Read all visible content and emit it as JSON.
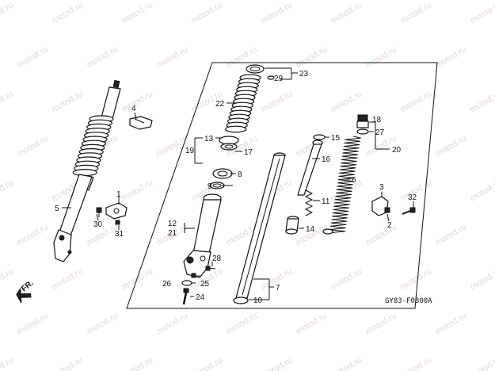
{
  "watermark": "motod.ru",
  "diagram_code": "GY83-F0800A",
  "front_arrow_label": "FR.",
  "callouts": {
    "c1": "1",
    "c2": "2",
    "c3": "3",
    "c4": "4",
    "c5": "5",
    "c6": "6",
    "c7": "7",
    "c8": "8",
    "c9": "9",
    "c10": "10",
    "c11": "11",
    "c12": "12",
    "c13": "13",
    "c14": "14",
    "c15": "15",
    "c16": "16",
    "c17": "17",
    "c18": "18",
    "c19": "19",
    "c20": "20",
    "c21": "21",
    "c22": "22",
    "c23": "23",
    "c24": "24",
    "c25": "25",
    "c26": "26",
    "c27": "27",
    "c28": "28",
    "c29": "29",
    "c30": "30",
    "c31": "31",
    "c32": "32"
  },
  "colors": {
    "line": "#111111",
    "watermark": "#e6d6d6",
    "background": "#ffffff"
  }
}
